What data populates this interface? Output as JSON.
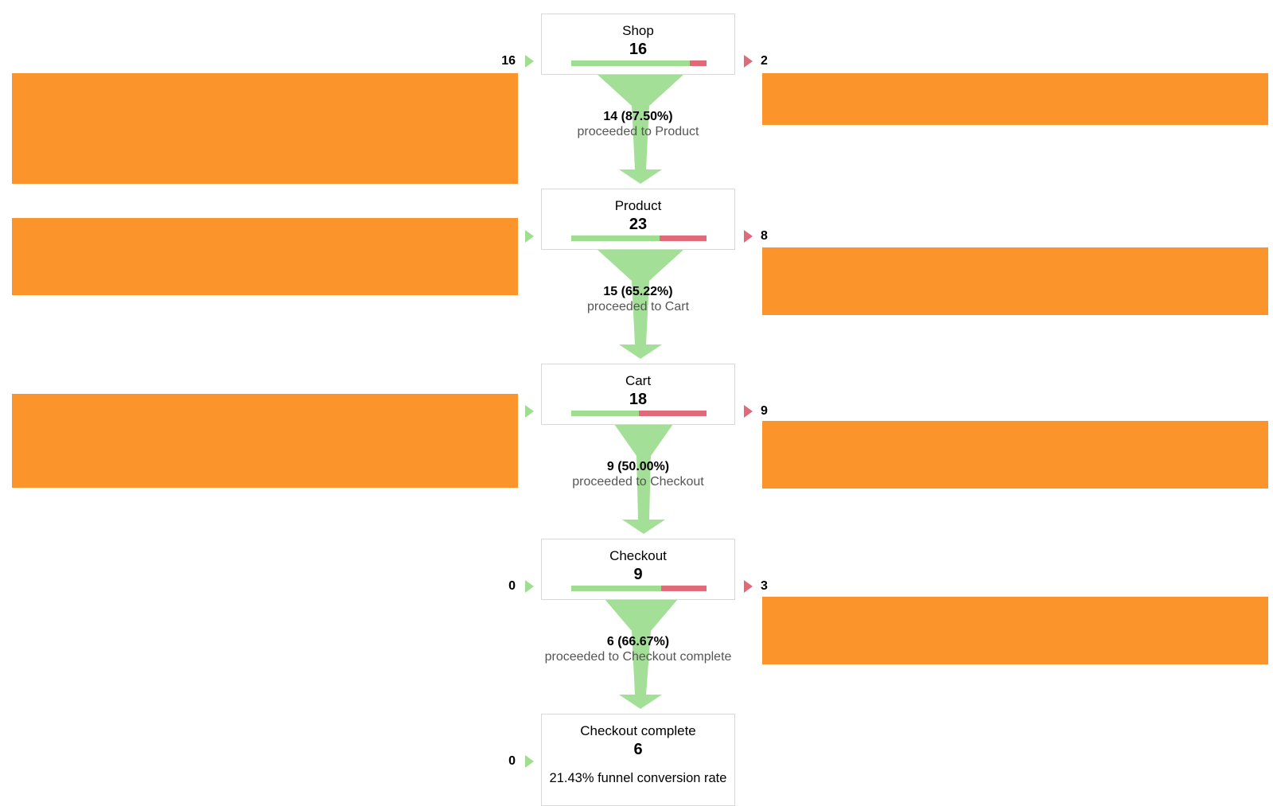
{
  "colors": {
    "proceed": "#9fdd91",
    "exit": "#e06a77",
    "redaction": "#fb952b",
    "border": "#d8d8d8"
  },
  "stages": [
    {
      "name": "Shop",
      "count": "16",
      "entrances": "16",
      "exits": "2",
      "proceed_fraction": 0.875,
      "flow_count": "14 (87.50%)",
      "flow_label": "proceeded to Product"
    },
    {
      "name": "Product",
      "count": "23",
      "entrances": "",
      "exits": "8",
      "proceed_fraction": 0.652,
      "flow_count": "15 (65.22%)",
      "flow_label": "proceeded to Cart"
    },
    {
      "name": "Cart",
      "count": "18",
      "entrances": "",
      "exits": "9",
      "proceed_fraction": 0.5,
      "flow_count": "9 (50.00%)",
      "flow_label": "proceeded to Checkout"
    },
    {
      "name": "Checkout",
      "count": "9",
      "entrances": "0",
      "exits": "3",
      "proceed_fraction": 0.667,
      "flow_count": "6 (66.67%)",
      "flow_label": "proceeded to Checkout complete"
    },
    {
      "name": "Checkout complete",
      "count": "6",
      "entrances": "0",
      "conversion_rate": "21.43% funnel conversion rate"
    }
  ]
}
